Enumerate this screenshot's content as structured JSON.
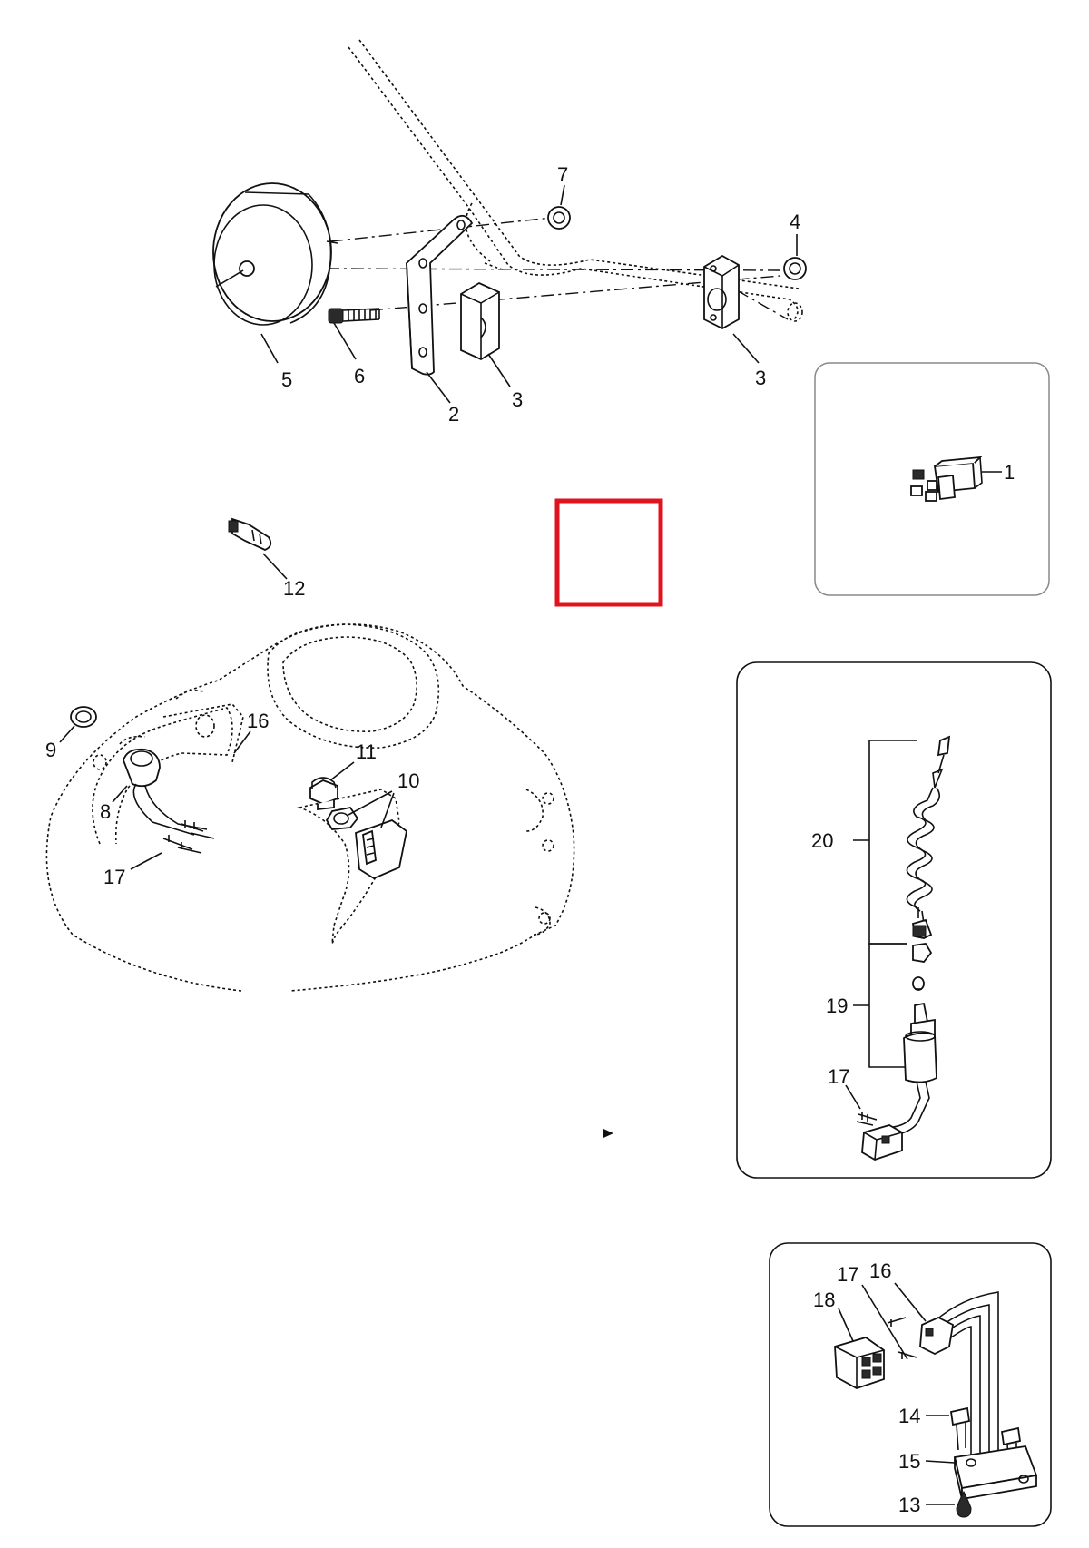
{
  "labels": {
    "l1": "1",
    "l2": "2",
    "l3a": "3",
    "l3b": "3",
    "l4": "4",
    "l5": "5",
    "l6": "6",
    "l7": "7",
    "l8": "8",
    "l9": "9",
    "l10": "10",
    "l11": "11",
    "l12": "12",
    "l13": "13",
    "l14": "14",
    "l15": "15",
    "l16a": "16",
    "l16b": "16",
    "l17a": "17",
    "l17b": "17",
    "l17c": "17",
    "l18": "18",
    "l19": "19",
    "l20": "20"
  },
  "colors": {
    "highlight_box": "#e0141e",
    "line": "#111111",
    "inset_border": "#888888"
  }
}
